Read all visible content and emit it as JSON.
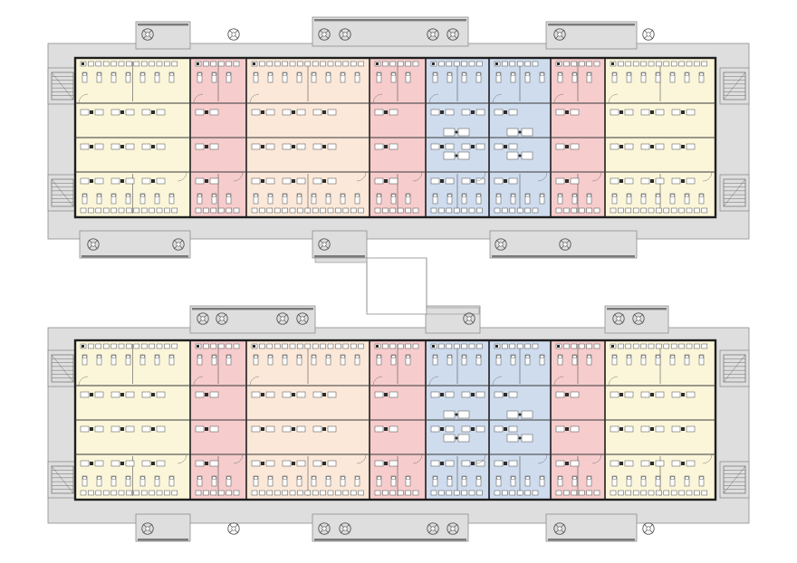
{
  "colors": {
    "background": "#ffffff",
    "terrace": "#dedede",
    "terrace_edge": "#8d8d8d",
    "wall": "#1e1e1e",
    "zone_yellow": "#fbf6d9",
    "zone_pink": "#f6cccc",
    "zone_peach": "#fbe8d8",
    "zone_blue": "#cfdcee",
    "furniture": "#4a4a4a",
    "dark_fixture": "#2c2c2c"
  },
  "zones": [
    "zone_yellow",
    "zone_pink",
    "zone_peach",
    "zone_pink",
    "zone_blue",
    "zone_blue",
    "zone_pink",
    "zone_yellow"
  ],
  "icons": [
    "planter-icon",
    "stair-icon",
    "desk-icon",
    "bed-icon"
  ]
}
